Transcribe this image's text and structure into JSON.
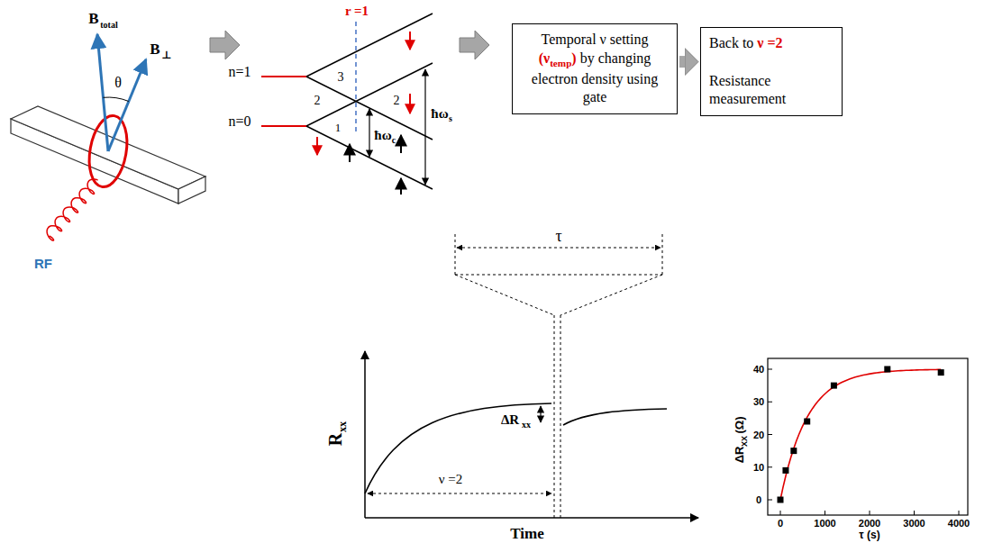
{
  "diagram": {
    "nodes": [
      {
        "text": [
          "Temporal ν setting",
          "(ν",
          "temp",
          ")",
          "by changing electron density using gate"
        ]
      },
      {
        "text": [
          "Back to",
          "ν =2",
          "Resistance measurement"
        ]
      }
    ],
    "edges": [
      {
        "from": 0,
        "to": 1,
        "arrow": "to"
      }
    ],
    "labels": [
      "B",
      "total",
      "B",
      "⊥",
      "θ",
      "RF",
      "n=1",
      "n=0",
      "r =1",
      "3",
      "2",
      "2",
      "1",
      "ħω",
      "c",
      "ħω",
      "s",
      "τ",
      "ΔR",
      "xx",
      "R",
      "xx",
      "ν =2",
      "Time",
      "ΔR",
      "XX",
      "(Ω)",
      "τ (s)",
      "0",
      "1000",
      "2000",
      "3000",
      "4000",
      "0",
      "10",
      "20",
      "30",
      "40"
    ]
  }
}
